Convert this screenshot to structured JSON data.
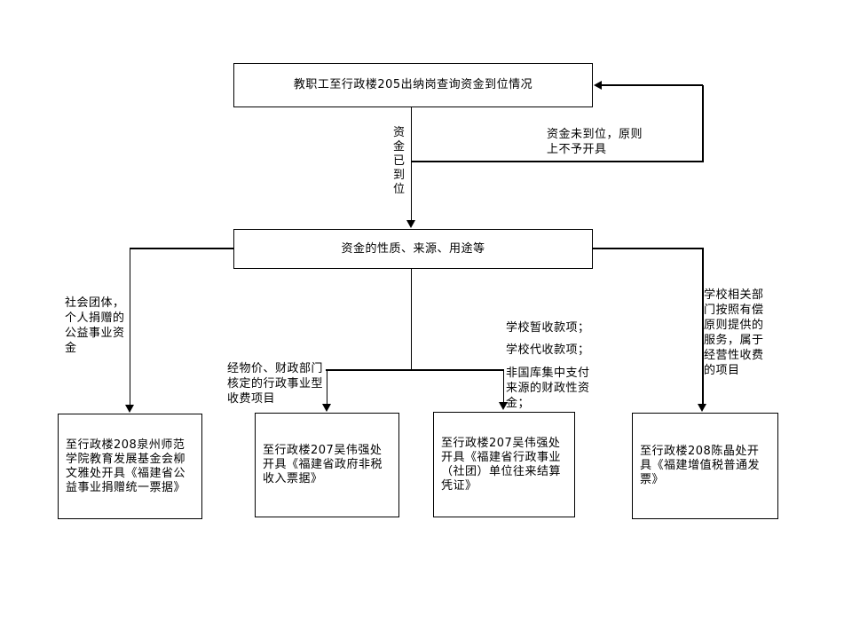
{
  "page": {
    "background": "#ffffff",
    "line_color": "#000000"
  },
  "flowchart": {
    "top_box": {
      "label": "教职工至行政楼205出纳岗查询资金到位情况"
    },
    "decision_box": {
      "label": "资金的性质、来源、用途等"
    },
    "edge_labels": {
      "funds_arrived": "资\n金\n已\n到\n位",
      "funds_not_arrived": "资金未到位，原则\n上不予开具"
    },
    "branches": [
      {
        "condition": "社会团体，\n个人捐赠的\n公益事业资\n金",
        "action": "至行政楼208泉州师范\n学院教育发展基金会柳\n文雅处开具《福建省公\n益事业捐赠统一票据》"
      },
      {
        "condition": "经物价、财政部门\n核定的行政事业型\n收费项目",
        "action": "至行政楼207吴伟强处\n开具《福建省政府非税\n收入票据》"
      },
      {
        "condition_1": "学校暂收款项；",
        "condition_2": "学校代收款项；",
        "condition_3": "非国库集中支付\n来源的财政性资\n金；",
        "action": "至行政楼207吴伟强处\n开具《福建省行政事业\n（社团）单位往来结算\n凭证》"
      },
      {
        "condition": "学校相关部\n门按照有偿\n原则提供的\n服务，属于\n经营性收费\n的项目",
        "action": "至行政楼208陈晶处开\n具《福建增值税普通发\n票》"
      }
    ]
  }
}
